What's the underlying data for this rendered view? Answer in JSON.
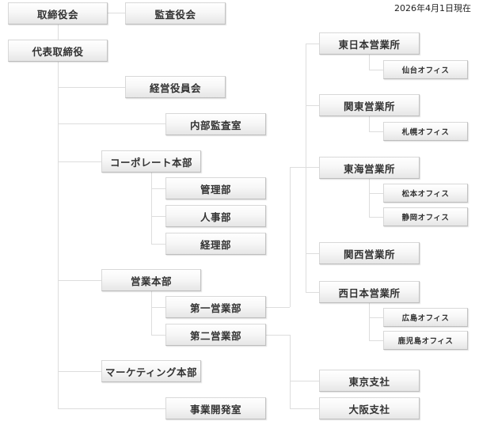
{
  "as_of_date": "2026年4月1日現在",
  "org": {
    "board": "取締役会",
    "auditors": "監査役会",
    "ceo": "代表取締役",
    "exec_committee": "経営役員会",
    "internal_audit": "内部監査室",
    "corporate_hq": {
      "label": "コーポレート本部",
      "departments": [
        "管理部",
        "人事部",
        "経理部"
      ]
    },
    "sales_hq": {
      "label": "営業本部",
      "sales1": "第一営業部",
      "sales2": "第二営業部"
    },
    "marketing_hq": "マーケティング本部",
    "biz_dev": "事業開発室",
    "sales_offices": [
      {
        "label": "東日本営業所",
        "branches": [
          "仙台オフィス"
        ]
      },
      {
        "label": "関東営業所",
        "branches": [
          "札幌オフィス"
        ]
      },
      {
        "label": "東海営業所",
        "branches": [
          "松本オフィス",
          "静岡オフィス"
        ]
      },
      {
        "label": "関西営業所",
        "branches": []
      },
      {
        "label": "西日本営業所",
        "branches": [
          "広島オフィス",
          "鹿児島オフィス"
        ]
      }
    ],
    "branch_companies": [
      "東京支社",
      "大阪支社"
    ]
  }
}
